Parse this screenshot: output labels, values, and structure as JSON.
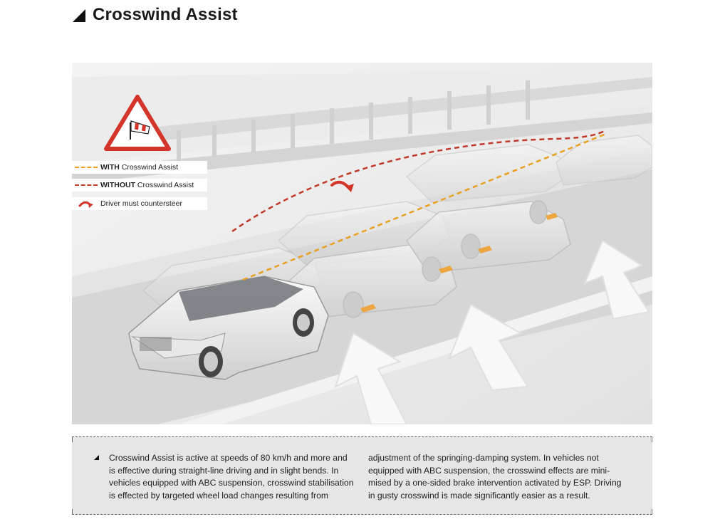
{
  "title": "Crosswind Assist",
  "legend": {
    "with_bold": "WITH",
    "with_rest": " Crosswind Assist",
    "without_bold": "WITHOUT",
    "without_rest": " Crosswind Assist",
    "countersteer": "Driver must countersteer"
  },
  "colors": {
    "with_line": "#e8a020",
    "without_line": "#c0392b",
    "warning_red": "#d3352b"
  },
  "icons": [
    "crosswind-warning-sign-icon",
    "countersteer-arrow-icon",
    "wind-arrow-icon"
  ],
  "description": {
    "col1": "Crosswind Assist is active at speeds of 80 km/h and more and\nis effective during straight-line driving and in slight bends. In\nvehicles equipped with ABC suspension, crosswind stabilisation\nis effected by targeted wheel load changes resulting from",
    "col2": "adjustment of the springing-damping system. In vehicles not\nequipped with ABC suspension, the crosswind effects are mini-\nmised by a one-sided brake intervention activated by ESP. Driving\nin gusty crosswind is made significantly easier as a result."
  }
}
